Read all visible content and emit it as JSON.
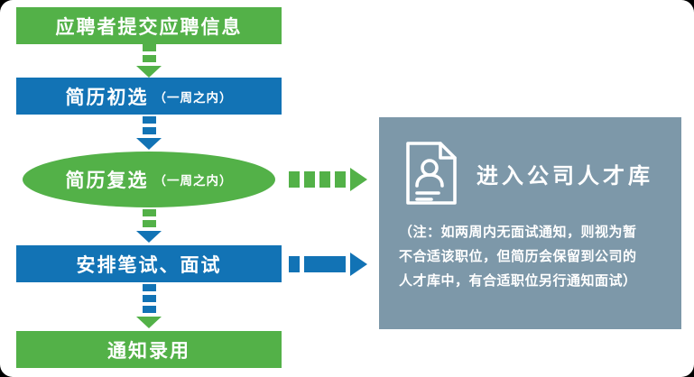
{
  "colors": {
    "green": "#53B148",
    "blue": "#1273B5",
    "panel_bg": "#7D98A9",
    "text": "#FFFFFF"
  },
  "icons": {
    "flow_arrow_down": "arrow-down-icon",
    "flow_arrow_right": "arrow-right-icon",
    "talent_pool": "resume-document-icon"
  },
  "flow": {
    "steps": [
      {
        "label": "应聘者提交应聘信息"
      },
      {
        "label": "简历初选",
        "sublabel": "（一周之内）"
      },
      {
        "label": "简历复选",
        "sublabel": "（一周之内）"
      },
      {
        "label": "安排笔试、面试"
      },
      {
        "label": "通知录用"
      }
    ]
  },
  "panel": {
    "title": "进入公司人才库",
    "note_lines": [
      "（注：如两周内无面试通知，则视为暂",
      "不合适该职位，但简历会保留到公司的",
      "人才库中，有合适职位另行通知面试）"
    ]
  }
}
